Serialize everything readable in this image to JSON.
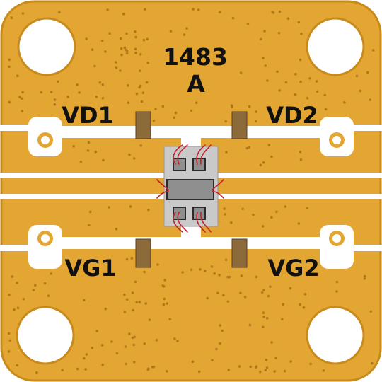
{
  "board": {
    "part_number": "1483",
    "revision": "A",
    "pads": {
      "top_left": "VD1",
      "top_right": "VD2",
      "bottom_left": "VG1",
      "bottom_right": "VG2"
    }
  },
  "colors": {
    "substrate": "#e4a632",
    "substrate_edge": "#c98a1c",
    "trace": "#ffffff",
    "via_dot": "#b07a18",
    "die_carrier": "#c9c9c9",
    "die": "#8f8f8f",
    "die_outline": "#2a2a2a",
    "component": "#8c6a3a",
    "bond_wire": "#c4222a",
    "text": "#111111"
  }
}
